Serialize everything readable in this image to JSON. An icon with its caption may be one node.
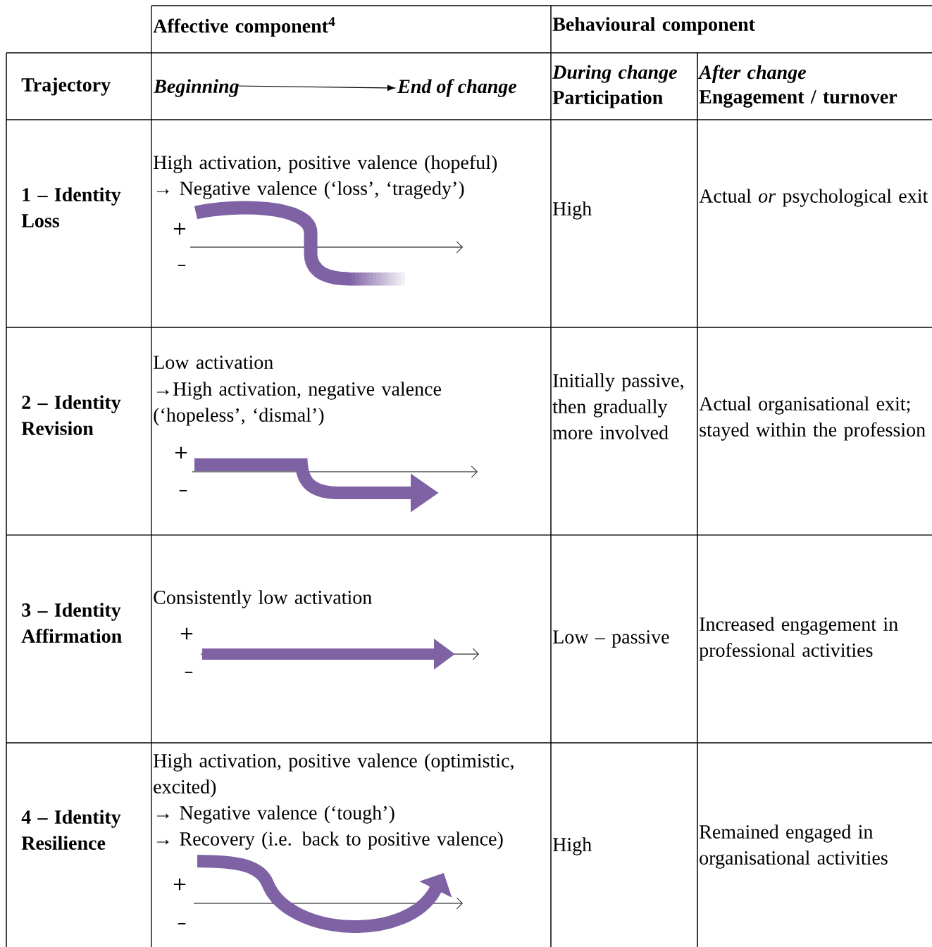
{
  "diagram": {
    "nodes": [
      {
        "text": [
          "Beginning"
        ]
      },
      {
        "text": [
          "End of change"
        ]
      }
    ],
    "edges": [
      {
        "from": 0,
        "to": 1,
        "arrow": "to"
      }
    ],
    "labels": [
      "Affective component$^{4}$",
      "Behavioural component",
      "Trajectory",
      "During change",
      "Participation",
      "After change",
      "Engagement / turnover",
      "1 – Identity Loss",
      "High activation, positive valence (hopeful)",
      "→ Negative valence (‘loss’, ‘tragedy’)",
      "+",
      "–",
      "High",
      "Actual *or* psychological exit",
      "2 – Identity Revision",
      "Low activation",
      "→High activation, negative valence (‘hopeless’, ‘dismal’)",
      "+",
      "–",
      "Initially passive, then gradually more involved",
      "Actual organisational exit; stayed within the profession",
      "3 – Identity Affirmation",
      "Consistently low activation",
      "+",
      "–",
      "Low – passive",
      "Increased engagement in professional activities",
      "4 – Identity Resilience",
      "High activation, positive valence (optimistic, excited)",
      "→ Negative valence (‘tough’)",
      "→ Recovery (i.e. back to positive valence)",
      "+",
      "–",
      "High",
      "Remained engaged in organisational activities"
    ]
  }
}
